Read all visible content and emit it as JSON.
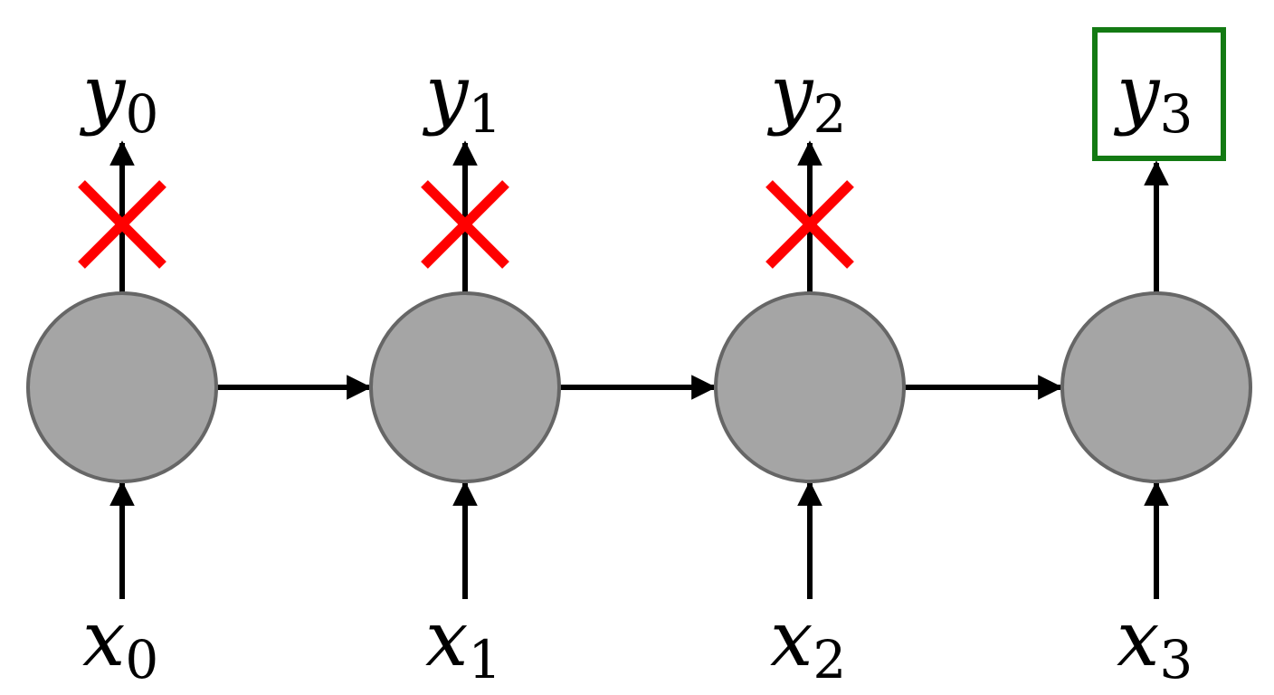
{
  "diagram": {
    "colors": {
      "node_fill": "#a5a5a5",
      "node_stroke": "#666666",
      "arrow": "#000000",
      "cross": "#ff0000",
      "selected_box": "#137a13"
    },
    "nodes": [
      {
        "input": {
          "var": "x",
          "index": "0"
        },
        "output": {
          "var": "y",
          "index": "0"
        },
        "output_discarded": true,
        "output_selected": false
      },
      {
        "input": {
          "var": "x",
          "index": "1"
        },
        "output": {
          "var": "y",
          "index": "1"
        },
        "output_discarded": true,
        "output_selected": false
      },
      {
        "input": {
          "var": "x",
          "index": "2"
        },
        "output": {
          "var": "y",
          "index": "2"
        },
        "output_discarded": true,
        "output_selected": false
      },
      {
        "input": {
          "var": "x",
          "index": "3"
        },
        "output": {
          "var": "y",
          "index": "3"
        },
        "output_discarded": false,
        "output_selected": true
      }
    ],
    "icons": {
      "discarded": "cross-icon",
      "selected": "highlight-box"
    }
  }
}
